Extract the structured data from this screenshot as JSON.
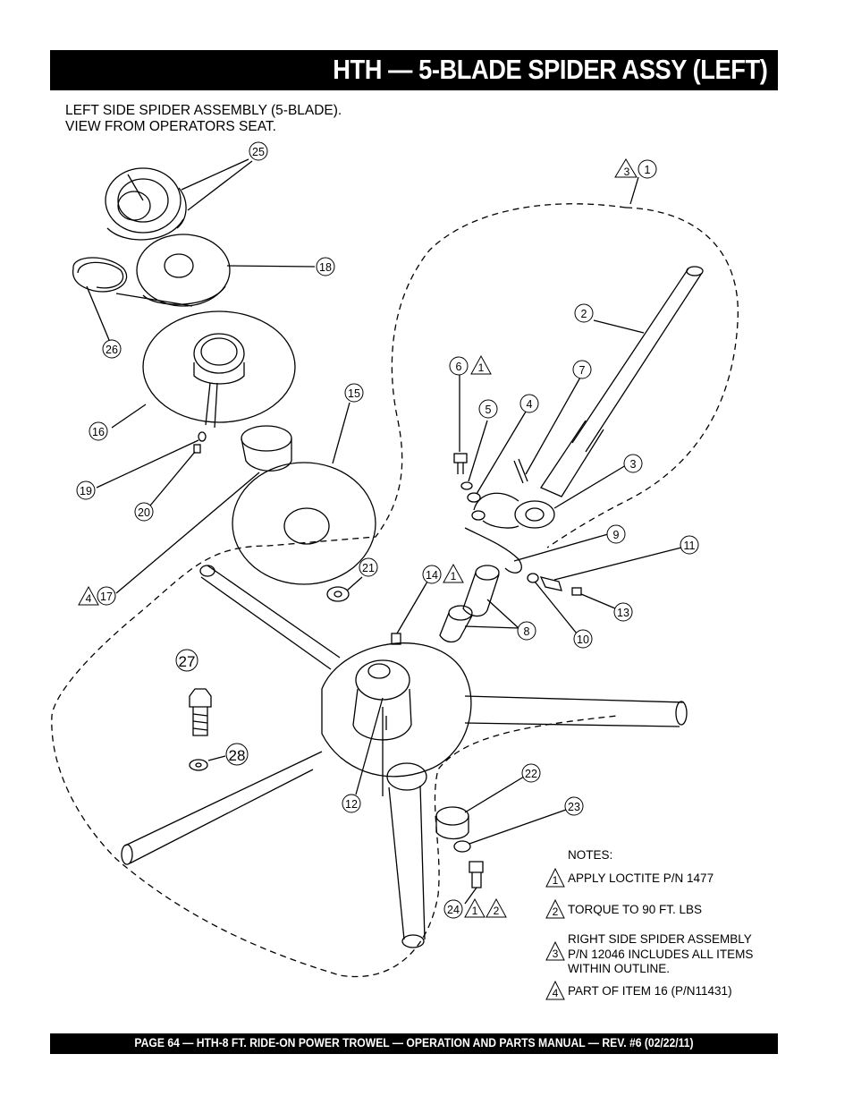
{
  "header": {
    "title": "HTH — 5-BLADE SPIDER ASSY (LEFT)"
  },
  "caption": {
    "line1": "LEFT SIDE SPIDER ASSEMBLY (5-BLADE).",
    "line2": "VIEW FROM OPERATORS SEAT."
  },
  "callouts": [
    "25",
    "1",
    "18",
    "26",
    "2",
    "6",
    "7",
    "16",
    "15",
    "5",
    "4",
    "3",
    "19",
    "20",
    "9",
    "11",
    "21",
    "14",
    "13",
    "8",
    "10",
    "4",
    "17",
    "27",
    "28",
    "22",
    "12",
    "23",
    "24",
    "3",
    "1",
    "2",
    "1",
    "1",
    "2",
    "3",
    "4"
  ],
  "notes": {
    "heading": "NOTES:",
    "items": [
      {
        "mark": "1",
        "text": "APPLY LOCTITE  P/N 1477"
      },
      {
        "mark": "2",
        "text": "TORQUE TO 90 FT. LBS"
      },
      {
        "mark": "3",
        "text_l1": "RIGHT SIDE SPIDER ASSEMBLY",
        "text_l2": "P/N 12046 INCLUDES ALL ITEMS",
        "text_l3": "WITHIN OUTLINE."
      },
      {
        "mark": "4",
        "text": "PART OF ITEM 16 (P/N11431)"
      }
    ]
  },
  "footer": {
    "text": "PAGE 64 — HTH-8 FT.   RIDE-ON POWER TROWEL — OPERATION AND PARTS MANUAL — REV. #6 (02/22/11)"
  }
}
